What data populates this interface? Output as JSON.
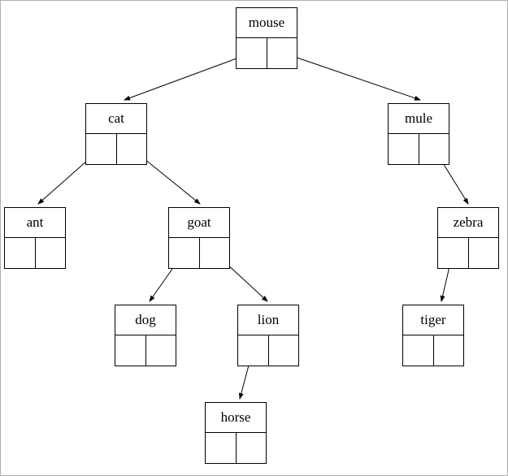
{
  "diagram": {
    "type": "binary-search-tree",
    "nodes": [
      {
        "id": "mouse",
        "label": "mouse"
      },
      {
        "id": "cat",
        "label": "cat"
      },
      {
        "id": "mule",
        "label": "mule"
      },
      {
        "id": "ant",
        "label": "ant"
      },
      {
        "id": "goat",
        "label": "goat"
      },
      {
        "id": "zebra",
        "label": "zebra"
      },
      {
        "id": "dog",
        "label": "dog"
      },
      {
        "id": "lion",
        "label": "lion"
      },
      {
        "id": "tiger",
        "label": "tiger"
      },
      {
        "id": "horse",
        "label": "horse"
      }
    ],
    "edges": [
      {
        "from": "mouse",
        "pointer": "left",
        "to": "cat"
      },
      {
        "from": "mouse",
        "pointer": "right",
        "to": "mule"
      },
      {
        "from": "cat",
        "pointer": "left",
        "to": "ant"
      },
      {
        "from": "cat",
        "pointer": "right",
        "to": "goat"
      },
      {
        "from": "goat",
        "pointer": "left",
        "to": "dog"
      },
      {
        "from": "goat",
        "pointer": "right",
        "to": "lion"
      },
      {
        "from": "lion",
        "pointer": "left",
        "to": "horse"
      },
      {
        "from": "mule",
        "pointer": "right",
        "to": "zebra"
      },
      {
        "from": "zebra",
        "pointer": "left",
        "to": "tiger"
      }
    ],
    "colors": {
      "node_border": "#000000",
      "edge_stroke": "#000000",
      "background": "#ffffff"
    }
  }
}
